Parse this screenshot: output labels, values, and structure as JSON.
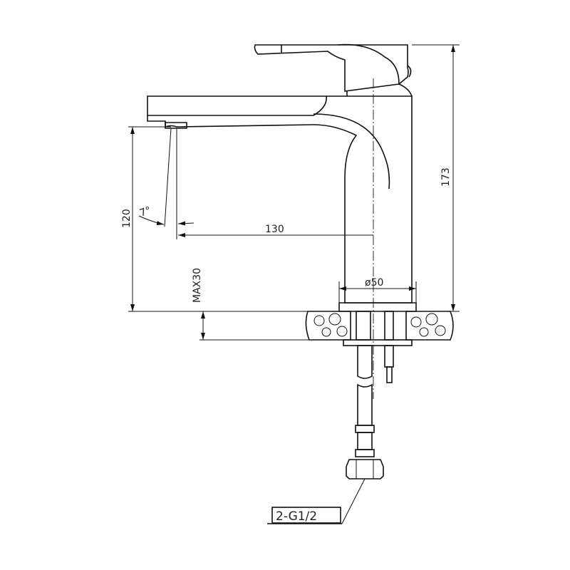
{
  "drawing": {
    "subject": "single-lever basin faucet side elevation",
    "dimensions": {
      "total_height": "173",
      "spout_height": "120",
      "spout_reach": "130",
      "body_diameter": "ø50",
      "max_counter_thickness": "MAX30",
      "spout_angle": "7°"
    },
    "callout": {
      "connection": "2-G1/2"
    },
    "colors": {
      "line": "#111111",
      "background": "#ffffff"
    }
  }
}
